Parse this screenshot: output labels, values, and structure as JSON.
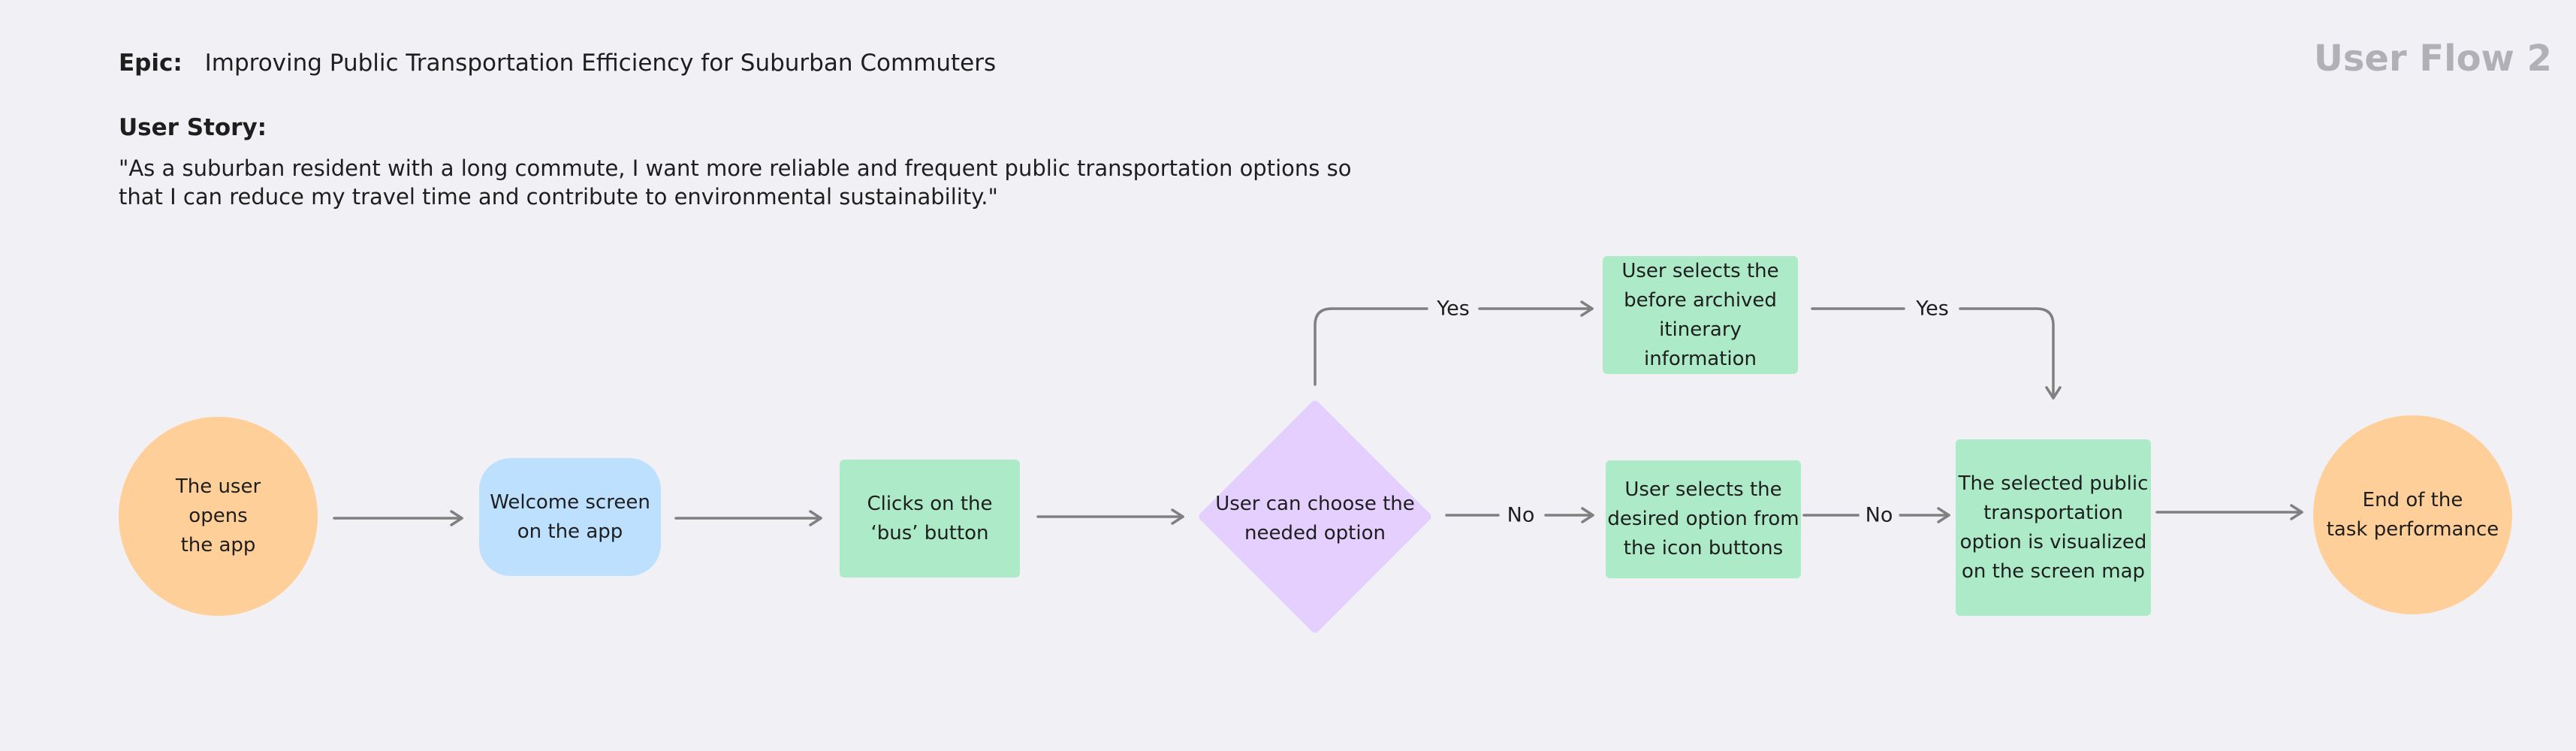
{
  "header": {
    "epic_label": "Epic:",
    "epic_text": "Improving Public Transportation Efficiency for Suburban Commuters",
    "story_label": "User Story:",
    "story_text": "\"As a suburban resident with a long commute, I want more reliable and frequent public transportation options so that I can reduce my travel time and contribute to environmental sustainability.\"",
    "flow_title": "User Flow 2"
  },
  "nodes": {
    "start": [
      "The user",
      "opens",
      "the app"
    ],
    "welcome": [
      "Welcome screen",
      "on the app"
    ],
    "bus": [
      "Clicks on the",
      "‘bus’ button"
    ],
    "decision": [
      "User can choose the",
      "needed option"
    ],
    "archived": [
      "User selects the",
      "before archived",
      "itinerary information"
    ],
    "icon_select": [
      "User selects the",
      "desired option from",
      "the icon buttons"
    ],
    "visualized": [
      "The selected public",
      "transportation",
      "option is visualized",
      "on the screen map"
    ],
    "end": [
      "End of the",
      "task performance"
    ]
  },
  "edge_labels": {
    "yes_1": "Yes",
    "yes_2": "Yes",
    "no_1": "No",
    "no_2": "No"
  },
  "colors": {
    "background": "#f1f0f5",
    "terminal": "#ffcf99",
    "screen": "#bde0ff",
    "action": "#aceac8",
    "decision": "#e5cfff",
    "connector": "#808080",
    "title_muted": "#b1b0b6"
  }
}
